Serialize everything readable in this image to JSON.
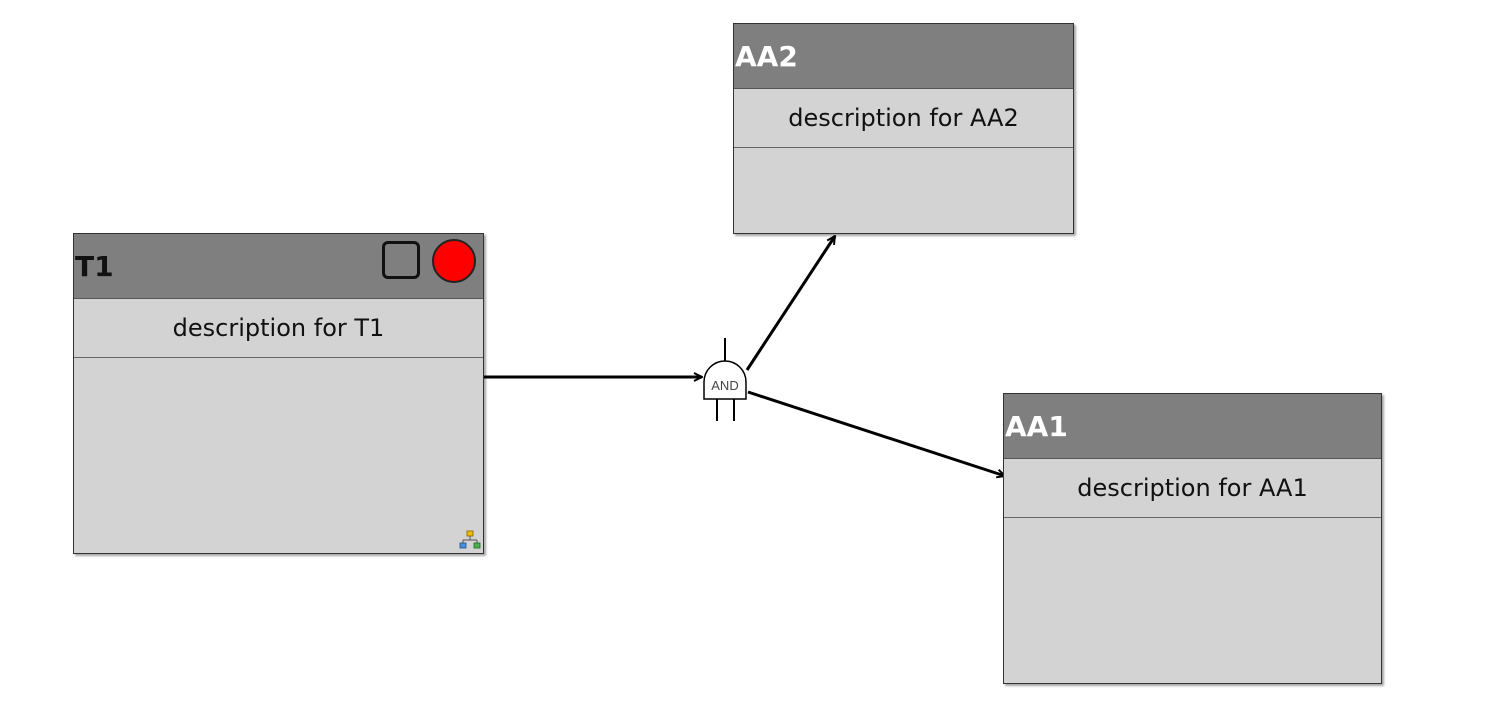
{
  "nodes": {
    "t1": {
      "title": "T1",
      "description": "description for T1",
      "icons": [
        "square-icon",
        "red-circle-icon",
        "hierarchy-icon"
      ]
    },
    "aa2": {
      "title": "AA2",
      "description": "description for AA2"
    },
    "aa1": {
      "title": "AA1",
      "description": "description for AA1"
    }
  },
  "gate": {
    "label": "AND"
  },
  "edges": [
    {
      "from": "T1",
      "to": "AND"
    },
    {
      "from": "AND",
      "to": "AA2"
    },
    {
      "from": "AND",
      "to": "AA1"
    }
  ],
  "colors": {
    "header": "#7f7f7f",
    "body": "#d3d3d3",
    "status_circle": "#ff0000"
  }
}
